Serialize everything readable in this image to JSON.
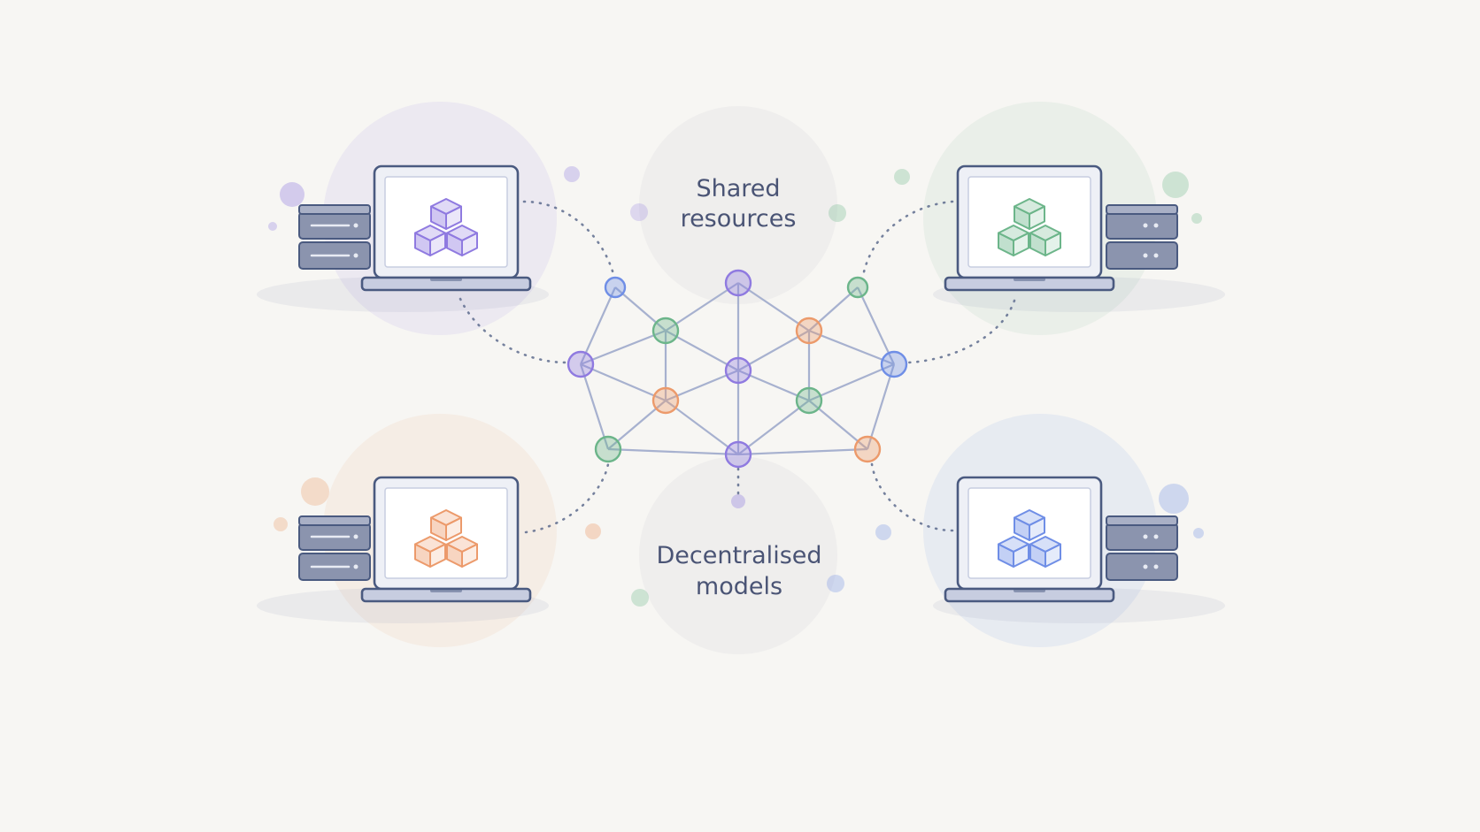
{
  "labels": {
    "shared_resources": [
      "Shared",
      "resources"
    ],
    "decentralised_models": [
      "Decentralised",
      "models"
    ]
  },
  "palette": {
    "purple": "#8f7ae0",
    "green": "#6cb58a",
    "orange": "#ec9a6b",
    "blue": "#6f8ee6",
    "outline": "#4a5a80",
    "device_gray": "#8b94ae",
    "link": "#a7b1cf",
    "background": "#f7f6f3"
  },
  "nodes": [
    {
      "id": "hub-top-left",
      "color": "blue"
    },
    {
      "id": "hub-top-center",
      "color": "purple"
    },
    {
      "id": "hub-top-right",
      "color": "green"
    },
    {
      "id": "hub-upper-left",
      "color": "green"
    },
    {
      "id": "hub-upper-right",
      "color": "orange"
    },
    {
      "id": "hub-left",
      "color": "purple"
    },
    {
      "id": "hub-center",
      "color": "purple"
    },
    {
      "id": "hub-right",
      "color": "blue"
    },
    {
      "id": "hub-lower-left",
      "color": "orange"
    },
    {
      "id": "hub-lower-right",
      "color": "green"
    },
    {
      "id": "hub-bottom-left",
      "color": "green"
    },
    {
      "id": "hub-bottom-center",
      "color": "purple"
    },
    {
      "id": "hub-bottom-right",
      "color": "orange"
    }
  ],
  "edges": [
    [
      "hub-top-left",
      "hub-upper-left"
    ],
    [
      "hub-top-left",
      "hub-left"
    ],
    [
      "hub-top-center",
      "hub-upper-left"
    ],
    [
      "hub-top-center",
      "hub-upper-right"
    ],
    [
      "hub-top-center",
      "hub-center"
    ],
    [
      "hub-top-right",
      "hub-upper-right"
    ],
    [
      "hub-top-right",
      "hub-right"
    ],
    [
      "hub-left",
      "hub-upper-left"
    ],
    [
      "hub-left",
      "hub-lower-left"
    ],
    [
      "hub-left",
      "hub-bottom-left"
    ],
    [
      "hub-upper-left",
      "hub-center"
    ],
    [
      "hub-upper-left",
      "hub-lower-left"
    ],
    [
      "hub-upper-right",
      "hub-center"
    ],
    [
      "hub-upper-right",
      "hub-right"
    ],
    [
      "hub-upper-right",
      "hub-lower-right"
    ],
    [
      "hub-center",
      "hub-lower-left"
    ],
    [
      "hub-center",
      "hub-lower-right"
    ],
    [
      "hub-center",
      "hub-bottom-center"
    ],
    [
      "hub-right",
      "hub-lower-right"
    ],
    [
      "hub-right",
      "hub-bottom-right"
    ],
    [
      "hub-lower-left",
      "hub-bottom-left"
    ],
    [
      "hub-lower-left",
      "hub-bottom-center"
    ],
    [
      "hub-lower-right",
      "hub-bottom-center"
    ],
    [
      "hub-lower-right",
      "hub-bottom-right"
    ],
    [
      "hub-bottom-left",
      "hub-bottom-center"
    ],
    [
      "hub-bottom-center",
      "hub-bottom-right"
    ]
  ],
  "devices": [
    {
      "id": "top-left",
      "color": "purple"
    },
    {
      "id": "top-right",
      "color": "green"
    },
    {
      "id": "bottom-left",
      "color": "orange"
    },
    {
      "id": "bottom-right",
      "color": "blue"
    }
  ]
}
